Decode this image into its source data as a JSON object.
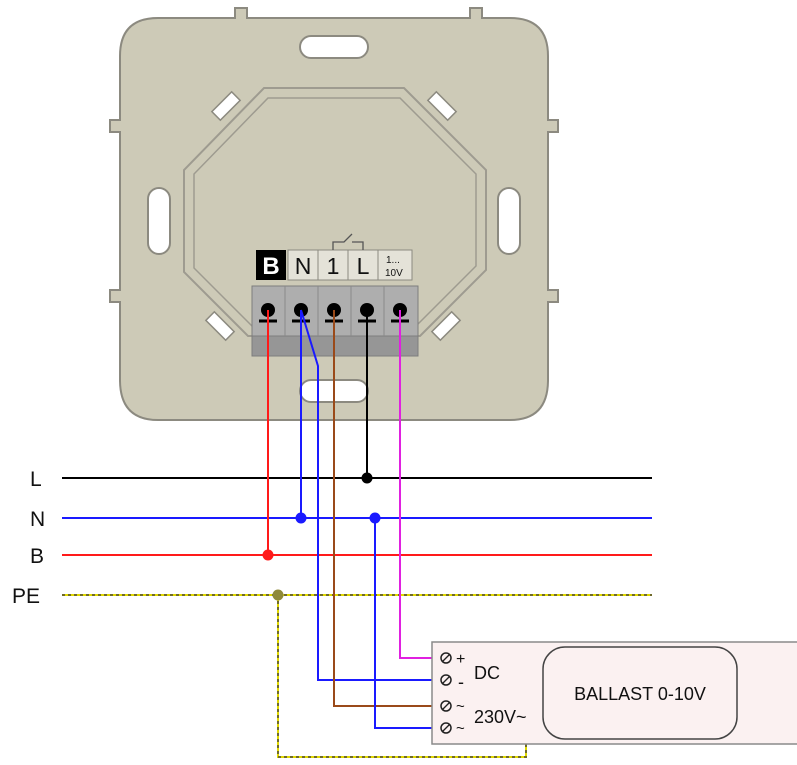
{
  "bus_lines": {
    "l_label": "L",
    "n_label": "N",
    "b_label": "B",
    "pe_label": "PE"
  },
  "terminal_block": {
    "b_label": "B",
    "n_label": "N",
    "one_label": "1",
    "l_label": "L",
    "v_top": "1...",
    "v_bottom": "10V"
  },
  "ballast": {
    "dc_plus": "+",
    "dc_minus": "-",
    "dc_label": "DC",
    "ac_1": "~",
    "ac_2": "~",
    "ac_label": "230V~",
    "title": "BALLAST 0-10V"
  },
  "colors": {
    "plate": "#cdcab7",
    "plate_border": "#8c8a80",
    "live": "#000000",
    "neutral": "#1a1aff",
    "b_wire": "#ff1a1a",
    "pe": "#e0d800",
    "pe_dash": "#6f6a2a",
    "brown": "#9a4a1a",
    "magenta": "#e020e0",
    "ballast_fill": "#fbf1f1"
  }
}
